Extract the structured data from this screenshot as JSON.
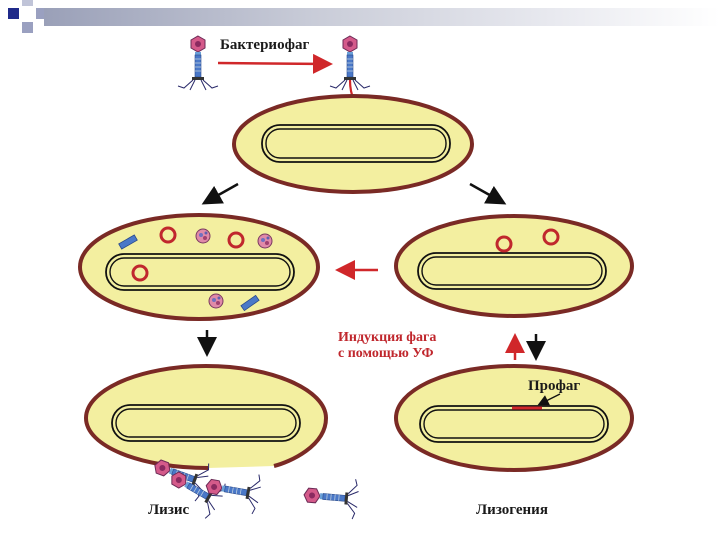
{
  "labels": {
    "bacteriophage": "Бактериофаг",
    "induction_line1": "Индукция фага",
    "induction_line2": "с помощью УФ",
    "prophage": "Профаг",
    "lysis": "Лизис",
    "lysogeny": "Лизогения"
  },
  "colors": {
    "cell_fill": "#f3efa0",
    "cell_wall": "#7a2a25",
    "arrow_red": "#d0272a",
    "arrow_black": "#111111",
    "phage_head": "#d45a8a",
    "phage_tail": "#4a78c8"
  }
}
